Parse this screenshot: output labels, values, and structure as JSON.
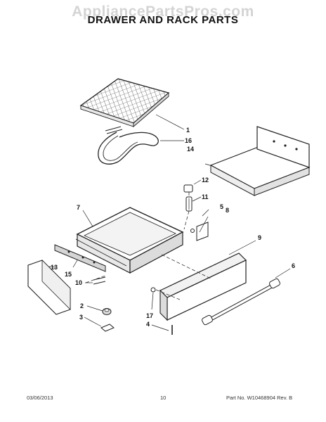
{
  "watermark": "AppliancePartsPros.com",
  "title": "DRAWER AND RACK PARTS",
  "callouts": {
    "c1": "1",
    "c16": "16",
    "c14": "14",
    "c12": "12",
    "c11": "11",
    "c5": "5",
    "c8": "8",
    "c7": "7",
    "c9": "9",
    "c6": "6",
    "c13": "13",
    "c15": "15",
    "c10": "10",
    "c2": "2",
    "c3": "3",
    "c17": "17",
    "c4": "4"
  },
  "footer": {
    "date": "03/06/2013",
    "page": "10",
    "part": "Part No. W10468904  Rev. B"
  }
}
